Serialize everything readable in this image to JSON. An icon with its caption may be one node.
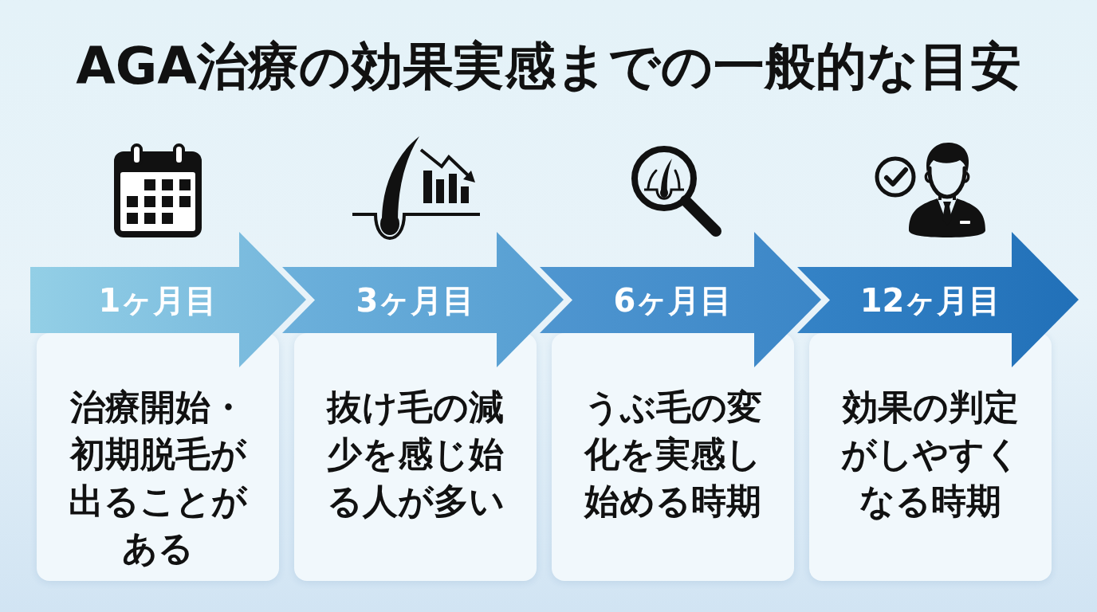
{
  "diagram": {
    "title": "AGA治療の効果実感までの一般的な目安",
    "nodes": [
      {
        "text": [
          "1ヶ月目"
        ]
      },
      {
        "text": [
          "3ヶ月目"
        ]
      },
      {
        "text": [
          "6ヶ月目"
        ]
      },
      {
        "text": [
          "12ヶ月目"
        ]
      },
      {
        "text": [
          "治療開始・初期脱毛が出ることがある"
        ]
      },
      {
        "text": [
          "抜け毛の減少を感じ始る人が多い"
        ]
      },
      {
        "text": [
          "うぶ毛の変化を実感し始める時期"
        ]
      },
      {
        "text": [
          "効果の判定がしやすくなる時期"
        ]
      }
    ],
    "edges": [
      {
        "from": 0,
        "to": 1,
        "arrow": "to"
      },
      {
        "from": 1,
        "to": 2,
        "arrow": "to"
      },
      {
        "from": 2,
        "to": 3,
        "arrow": "to"
      },
      {
        "from": 3,
        "to": null,
        "arrow": "to"
      }
    ]
  }
}
